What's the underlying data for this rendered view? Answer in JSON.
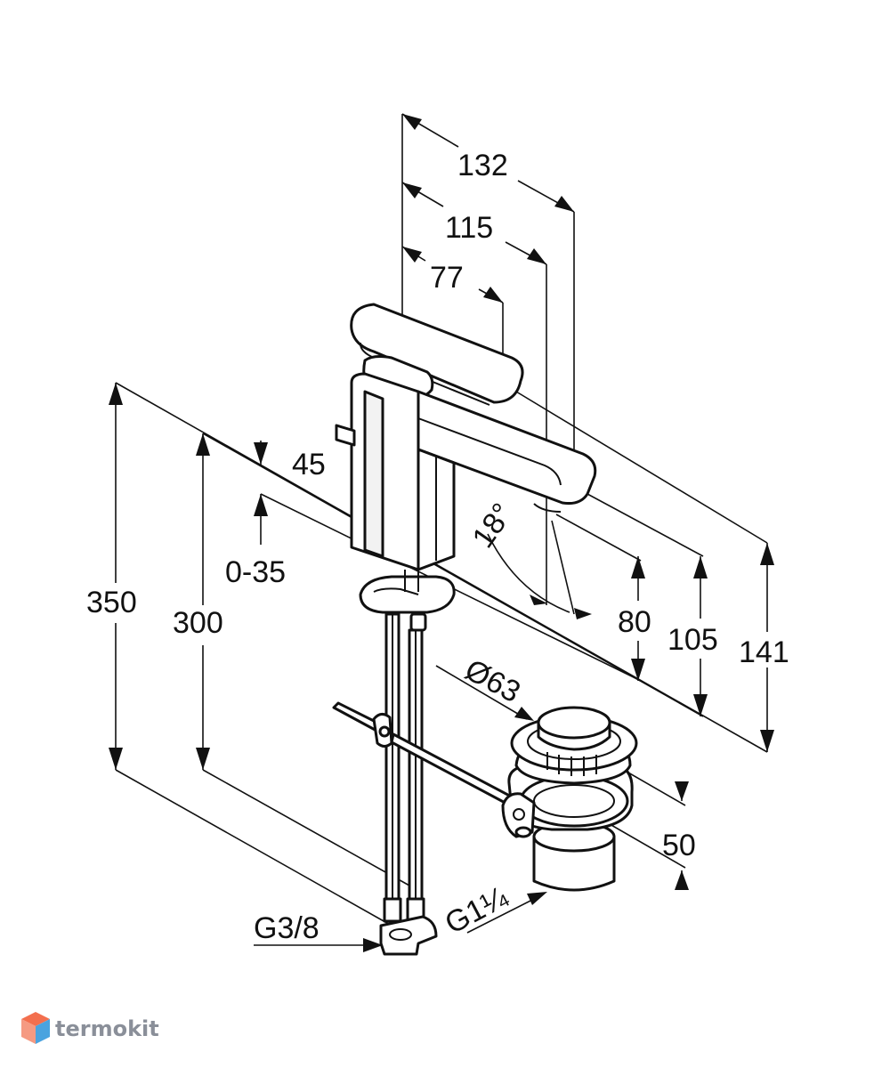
{
  "dimensions": {
    "width_132": "132",
    "width_115": "115",
    "width_77": "77",
    "spout_45": "45",
    "range_0_35": "0-35",
    "height_350": "350",
    "height_300": "300",
    "angle_18": "18°",
    "height_80": "80",
    "height_105": "105",
    "height_141": "141",
    "diameter_63": "Ø63",
    "waste_50": "50",
    "thread_g38": "G3/8",
    "thread_g114": "G1¼"
  },
  "brand": {
    "name": "termokit",
    "logo_icon": "cube-logo-icon",
    "logo_colors": [
      "#f36f4e",
      "#4aa3df"
    ]
  }
}
